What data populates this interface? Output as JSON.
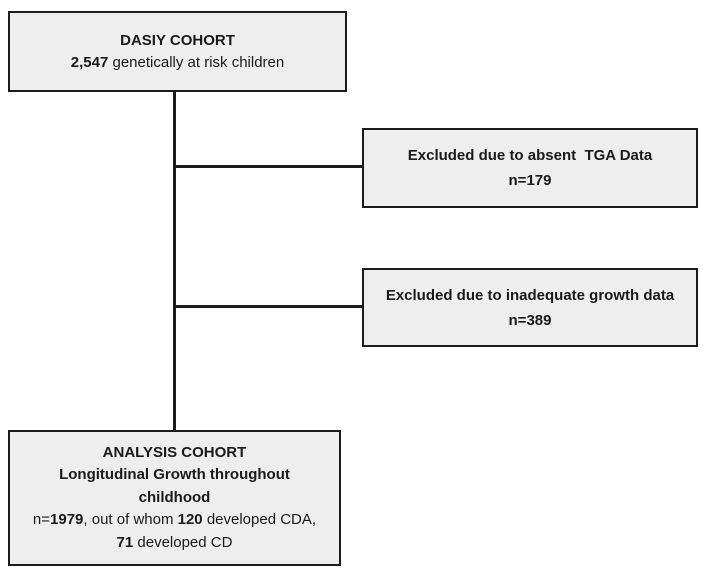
{
  "diagram": {
    "colors": {
      "box_fill": "#eeeeee",
      "box_border": "#1c1c1c",
      "line_color": "#1c1c1c",
      "text": "#1a1a1a",
      "background": "#ffffff"
    },
    "cohort_box": {
      "title": "DASIY COHORT",
      "count": "2,547",
      "count_suffix": " genetically at risk children"
    },
    "excluded_tga_box": {
      "reason": "Excluded due to absent  TGA Data",
      "n": "n=179"
    },
    "excluded_growth_box": {
      "reason": "Excluded due to inadequate growth data",
      "n": "n=389"
    },
    "analysis_box": {
      "title": "ANALYSIS COHORT",
      "subtitle_line1": "Longitudinal Growth throughout",
      "subtitle_line2": "childhood",
      "detail_prefix": "n=",
      "detail_n": "1979",
      "detail_mid": ", out of whom ",
      "detail_cda_n": "120",
      "detail_cda_suffix": " developed CDA,",
      "detail_cd_n": "71",
      "detail_cd_suffix": " developed CD"
    }
  }
}
